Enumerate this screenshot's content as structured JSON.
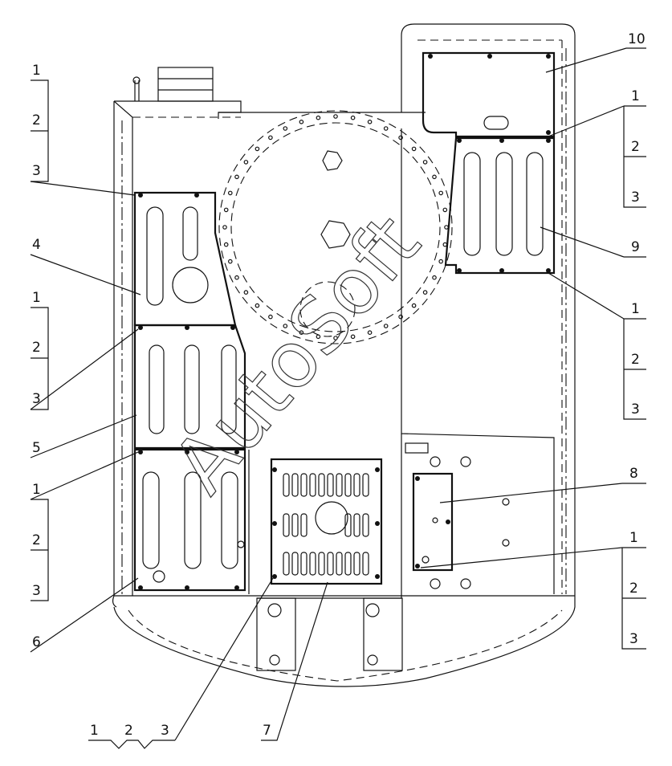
{
  "diagram": {
    "watermark": "AutoSoft",
    "callouts": {
      "left_stack_1": [
        "1",
        "2",
        "3"
      ],
      "left_stack_2": [
        "1",
        "2",
        "3"
      ],
      "left_stack_3": [
        "1",
        "2",
        "3"
      ],
      "bottom_stack": [
        "1",
        "2",
        "3"
      ],
      "right_stack_1": [
        "1",
        "2",
        "3"
      ],
      "right_stack_2": [
        "1",
        "2",
        "3"
      ],
      "right_stack_3": [
        "1",
        "2",
        "3"
      ],
      "panel_3_top": "3",
      "panel_4": "4",
      "panel_5": "5",
      "panel_6": "6",
      "panel_7": "7",
      "panel_8": "8",
      "panel_9": "9",
      "panel_10": "10"
    }
  }
}
